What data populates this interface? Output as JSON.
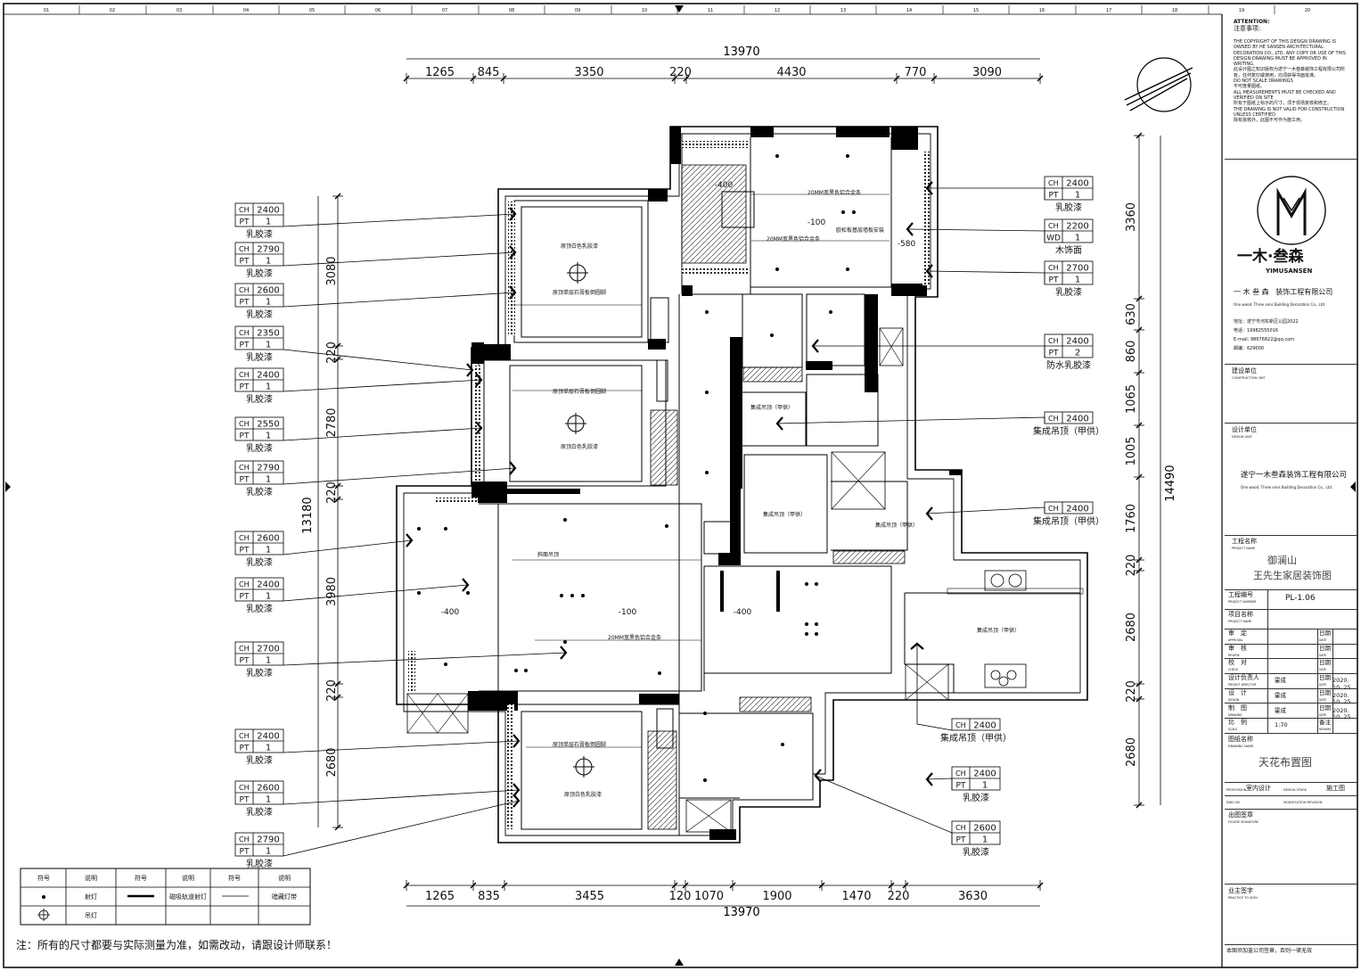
{
  "notes": {
    "heading_en": "ATTENTION:",
    "heading_cn": "注意事项:",
    "body": "THE COPYRIGHT OF THIS DESIGN DRAWING IS OWNED BY HE SANSEN ARCHITECTURAL DECORATION CO., LTD. ANY COPY OR USE OF THIS DESIGN DRAWING MUST BE APPROVED IN WRITING.\n此设计图之知识版权为遂宁一木叁森装饰工程有限公司所有，任何复印或使用，均须获得书面批准。\nDO NOT SCALE DRAWINGS\n不可度量图纸。\nALL MEASUREMENTS MUST BE CHECKED AND VERIFIED ON SITE\n所有于图纸上标示的尺寸，须于现场复核和修正。\nTHE DRAWING IS NOT VALID FOR CONSTRUCTION UNLESS CERTIFIED\n除有批核外，此图不可作为施工用。"
  },
  "company": {
    "logo_name": "一木·叁森",
    "logo_sub": "YIMUSANSEN",
    "name": "一 木 叁 森   装饰工程有限公司",
    "name_en": "One wood. Three sens Building Decoration Co., Ltd.",
    "address": "地址：遂宁市河东新区公园2022",
    "phone": "电话：19982555016",
    "email": "E-mail: 98676822@qq.com",
    "postcode": "邮编：629000"
  },
  "title_block": {
    "construction_unit_cn": "建设单位",
    "construction_unit_en": "CONSTRUCTION UNIT",
    "design_unit_cn": "设计单位",
    "design_unit_en": "DESIGN UNIT",
    "design_unit_name": "遂宁一木叁森装饰工程有限公司",
    "design_unit_name_en": "One wood. Three sens Building Decoration Co., Ltd.",
    "project_name_cn": "工程名称",
    "project_name_en": "PROJECT NAME",
    "project_name_1": "御澜山",
    "project_name_2": "王先生家居装饰图",
    "project_number_cn": "工程编号",
    "project_number_en": "PROJECT NUMBER",
    "project_number": "PL-1.06",
    "item_name_cn": "项目名称",
    "item_name_en": "PROJECT NAME",
    "approval_cn": "审　定",
    "approval_en": "APPROVAL",
    "review_cn": "审　核",
    "review_en": "REVIEW",
    "check_cn": "校　对",
    "check_en": "CHECK",
    "director_cn": "设计负责人",
    "director_en": "PROJECT DIRECTOR",
    "design_cn": "设　计",
    "design_en": "DESIGN",
    "drawing_cn": "制　图",
    "drawing_en": "DRAWING",
    "scale_cn": "比　例",
    "scale_en": "SCALE",
    "date_cn": "日期",
    "date_en": "DATE",
    "remark_cn": "备注",
    "remark_en": "REMARK",
    "person": "霍成",
    "date": "2020. 10. 25",
    "scale": "1:70",
    "drawing_name_cn": "图纸名称",
    "drawing_name_en": "DRAWING NAME",
    "drawing_name": "天花布置图",
    "profession_en": "PROFESSION",
    "profession": "室内设计",
    "design_stage_en": "DESIGN STAGE",
    "design_stage": "施工图",
    "dwg_no_en": "DWG NO",
    "modification_en": "MODIFICATION REVISION",
    "figure_signature_cn": "出图签章",
    "figure_signature_en": "FIGURE SIGNATURE",
    "owner_signature_cn": "业主签字",
    "owner_signature_en": "PRACTICE TO SIGN",
    "validity": "本图须加盖公司签章，否则一律无效"
  },
  "grid_numbers": [
    "01",
    "02",
    "03",
    "04",
    "05",
    "06",
    "07",
    "08",
    "09",
    "10",
    "11",
    "12",
    "13",
    "14",
    "15",
    "16",
    "17",
    "18",
    "19",
    "20"
  ],
  "dims": {
    "top_total": "13970",
    "top_segments": [
      "1265",
      "845",
      "3350",
      "220",
      "4430",
      "770",
      "3090"
    ],
    "bottom_total": "13970",
    "bottom_segments": [
      "1265",
      "835",
      "3455",
      "120",
      "1070",
      "1900",
      "1470",
      "220",
      "3630"
    ],
    "left_total": "13180",
    "left_segments": [
      "3080",
      "220",
      "2780",
      "220",
      "3980",
      "220",
      "2680"
    ],
    "right_total": "14490",
    "right_segments": [
      "3360",
      "630",
      "860",
      "1065",
      "1005",
      "1760",
      "220",
      "2680",
      "220",
      "2680"
    ]
  },
  "callouts_left": [
    {
      "ch": "2400",
      "code": "PT",
      "n": "1",
      "mat": "乳胶漆"
    },
    {
      "ch": "2790",
      "code": "PT",
      "n": "1",
      "mat": "乳胶漆"
    },
    {
      "ch": "2600",
      "code": "PT",
      "n": "1",
      "mat": "乳胶漆"
    },
    {
      "ch": "2350",
      "code": "PT",
      "n": "1",
      "mat": "乳胶漆"
    },
    {
      "ch": "2400",
      "code": "PT",
      "n": "1",
      "mat": "乳胶漆"
    },
    {
      "ch": "2550",
      "code": "PT",
      "n": "1",
      "mat": "乳胶漆"
    },
    {
      "ch": "2790",
      "code": "PT",
      "n": "1",
      "mat": "乳胶漆"
    },
    {
      "ch": "2600",
      "code": "PT",
      "n": "1",
      "mat": "乳胶漆"
    },
    {
      "ch": "2400",
      "code": "PT",
      "n": "1",
      "mat": "乳胶漆"
    },
    {
      "ch": "2700",
      "code": "PT",
      "n": "1",
      "mat": "乳胶漆"
    },
    {
      "ch": "2400",
      "code": "PT",
      "n": "1",
      "mat": "乳胶漆"
    },
    {
      "ch": "2600",
      "code": "PT",
      "n": "1",
      "mat": "乳胶漆"
    },
    {
      "ch": "2790",
      "code": "PT",
      "n": "1",
      "mat": "乳胶漆"
    }
  ],
  "callouts_right": [
    {
      "ch": "2400",
      "code": "PT",
      "n": "1",
      "mat": "乳胶漆"
    },
    {
      "ch": "2200",
      "code": "WD",
      "n": "1",
      "mat": "木饰面"
    },
    {
      "ch": "2700",
      "code": "PT",
      "n": "1",
      "mat": "乳胶漆"
    },
    {
      "ch": "2400",
      "code": "PT",
      "n": "2",
      "mat": "防水乳胶漆"
    },
    {
      "ch": "2400",
      "code": "",
      "n": "",
      "mat": "集成吊顶（甲供）"
    },
    {
      "ch": "2400",
      "code": "",
      "n": "",
      "mat": "集成吊顶（甲供）"
    }
  ],
  "callouts_bottom": [
    {
      "ch": "2400",
      "code": "",
      "n": "",
      "mat": "集成吊顶（甲供）"
    },
    {
      "ch": "2400",
      "code": "PT",
      "n": "1",
      "mat": "乳胶漆"
    },
    {
      "ch": "2600",
      "code": "PT",
      "n": "1",
      "mat": "乳胶漆"
    }
  ],
  "plan_labels": {
    "ceiling_white": "原顶白色乳胶漆",
    "gypsum_edge": "原顶单层石膏板倒圆脚",
    "gypsum_edge_2": "原顶单层石膏板倒圆脚",
    "alu_strip": "20MM宽黑色铝合金条",
    "wood_panel": "欧松板基层墙板安装",
    "slope": "斜面吊顶",
    "integrated": "集成吊顶（甲供）",
    "lvl_m400": "-400",
    "lvl_m100": "-100",
    "lvl_m580": "-580"
  },
  "legend": {
    "headers": [
      "符号",
      "说明",
      "符号",
      "说明",
      "符号",
      "说明"
    ],
    "spotlight": "射灯",
    "track": "磁吸轨道射灯",
    "hidden": "暗藏灯带",
    "pendant": "吊灯"
  },
  "footnote": "注：所有的尺寸都要与实际测量为准，如需改动，请跟设计师联系！"
}
